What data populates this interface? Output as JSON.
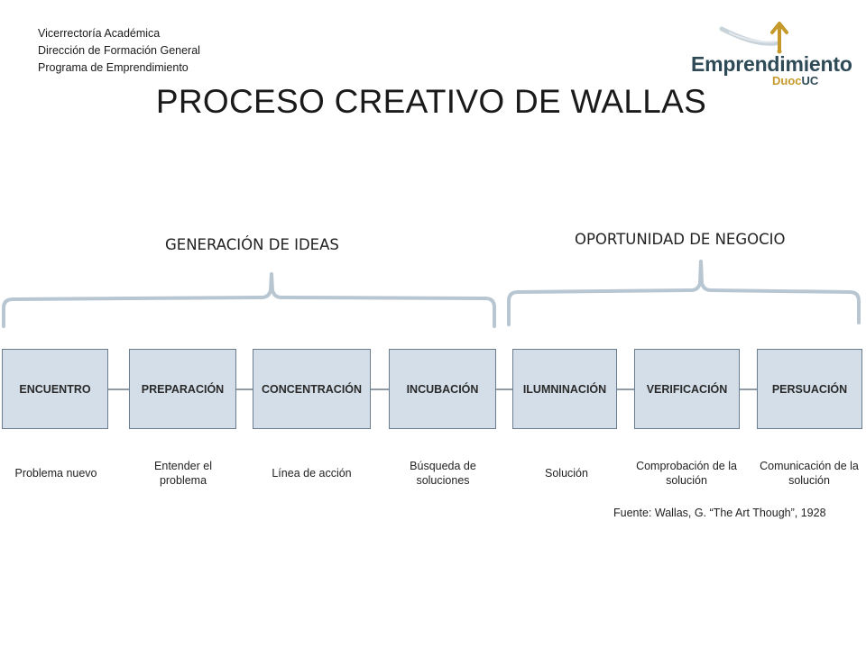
{
  "header": {
    "lines": [
      "Vicerrectoría Académica",
      "Dirección de Formación General",
      "Programa de Emprendimiento"
    ]
  },
  "title": "PROCESO CREATIVO DE WALLAS",
  "logo": {
    "word": "Emprendimiento",
    "sub_1": "Duoc",
    "sub_2": "UC",
    "brand_color": "#2e4a57",
    "accent_color": "#c59a2a",
    "icon": "rising-arrow-icon"
  },
  "groups": [
    {
      "label": "GENERACIÓN DE IDEAS"
    },
    {
      "label": "OPORTUNIDAD DE NEGOCIO"
    }
  ],
  "stages": [
    {
      "name": "ENCUENTRO",
      "description": "Problema nuevo"
    },
    {
      "name": "PREPARACIÓN",
      "description": "Entender el problema"
    },
    {
      "name": "CONCENTRACIÓN",
      "description": "Línea de acción"
    },
    {
      "name": "INCUBACIÓN",
      "description": "Búsqueda de soluciones"
    },
    {
      "name": "ILUMNINACIÓN",
      "description": "Solución"
    },
    {
      "name": "VERIFICACIÓN",
      "description": "Comprobación de la solución"
    },
    {
      "name": "PERSUACIÓN",
      "description": "Comunicación de la solución"
    }
  ],
  "source": "Fuente: Wallas, G. “The Art Though”, 1928",
  "colors": {
    "box_fill": "#d3dee8",
    "box_border": "#6b7d8c",
    "brace": "#b8c6d2"
  }
}
